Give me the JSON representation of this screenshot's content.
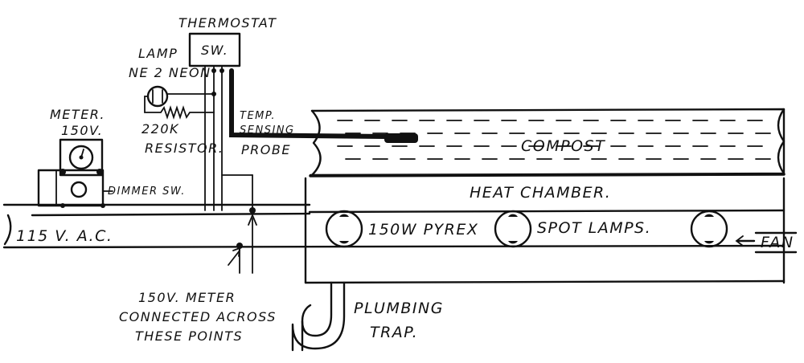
{
  "labels": {
    "thermostat": "THERMOSTAT",
    "switch": "SW.",
    "lamp_line1": "LAMP",
    "lamp_line2": "NE 2 NEON",
    "resistor_line1": "220K",
    "resistor_line2": "RESISTOR.",
    "meter_line1": "METER.",
    "meter_line2": "150V.",
    "dimmer": "DIMMER SW.",
    "probe_line1": "TEMP.",
    "probe_line2": "SENSING",
    "probe_line3": "PROBE",
    "compost": "COMPOST",
    "heat_chamber": "HEAT CHAMBER.",
    "power": "115 V. A.C.",
    "lamps_part1": "150W PYREX",
    "lamps_part2": "SPOT LAMPS.",
    "fan": "FAN",
    "note_line1": "150V. METER",
    "note_line2": "CONNECTED ACROSS",
    "note_line3": "THESE POINTS",
    "trap_line1": "PLUMBING",
    "trap_line2": "TRAP."
  }
}
